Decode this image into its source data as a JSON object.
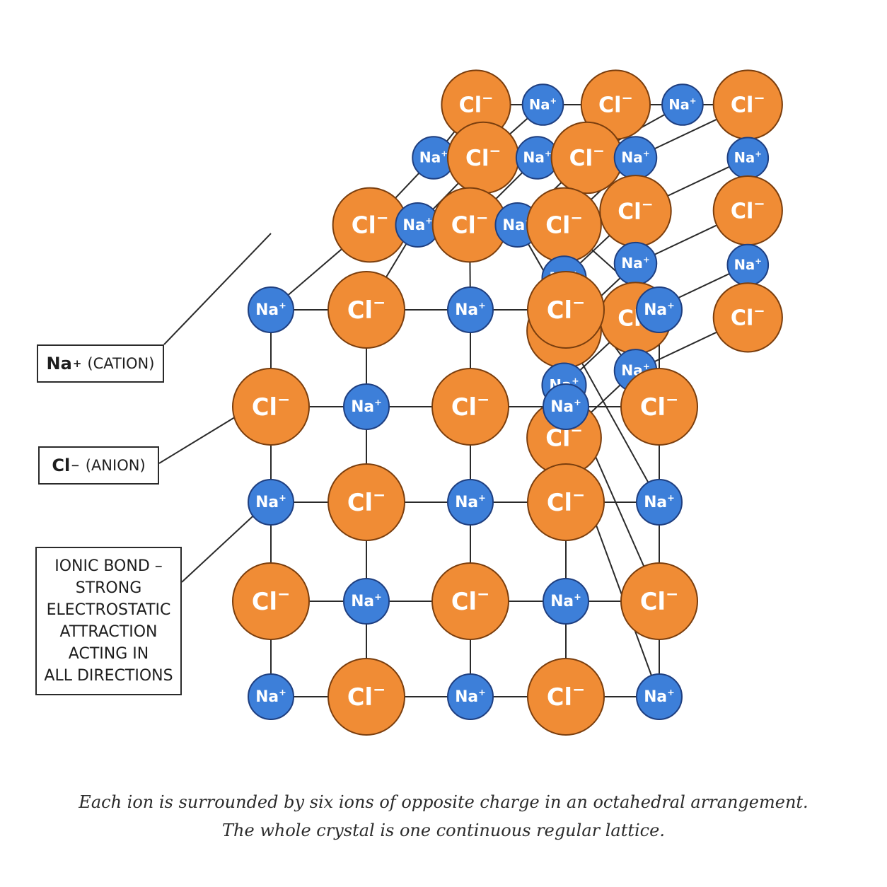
{
  "legend": {
    "cation_symbol": "Na",
    "cation_charge": "+",
    "cation_desc": "(CATION)",
    "anion_symbol": "Cl",
    "anion_charge": "−",
    "anion_desc": "(ANION)",
    "bond_lines": [
      "IONIC BOND –",
      "STRONG",
      "ELECTROSTATIC",
      "ATTRACTION",
      "ACTING IN",
      "ALL DIRECTIONS"
    ]
  },
  "ions": {
    "cation": {
      "symbol": "Na",
      "charge": "+",
      "color": "#3d7fd9",
      "stroke": "#1f3f80"
    },
    "anion": {
      "symbol": "Cl",
      "charge": "−",
      "color": "#f08c35",
      "stroke": "#7a3e0e"
    }
  },
  "caption": {
    "line1": "Each ion is surrounded by six ions of opposite charge in an octahedral arrangement.",
    "line2": "The whole crystal is one continuous regular lattice."
  }
}
